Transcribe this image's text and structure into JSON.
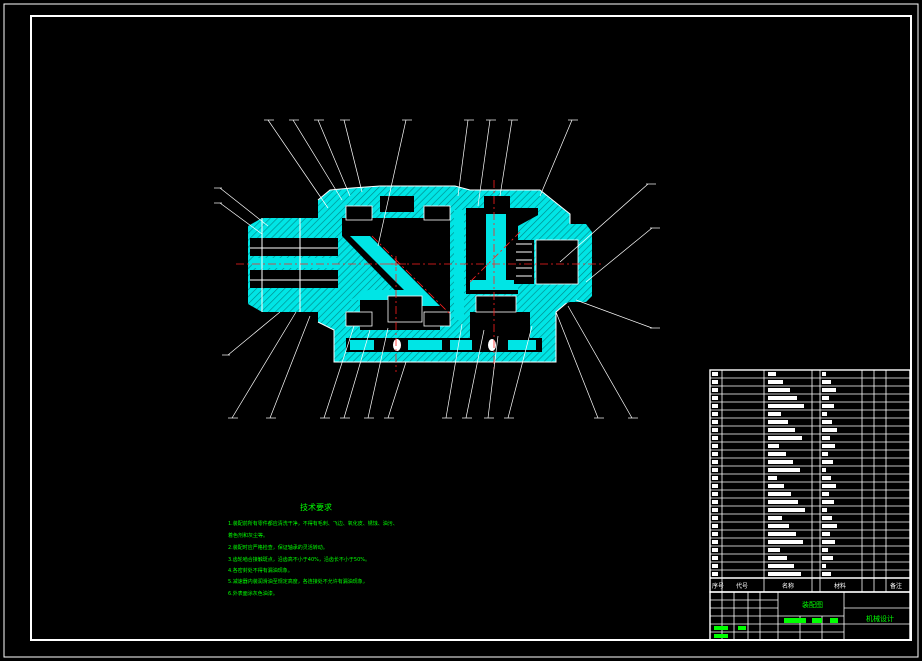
{
  "drawing": {
    "technical_requirements_title": "技术要求",
    "technical_requirements": [
      "1.装配前所有零件都应清洗干净，不得有毛刺、飞边、氧化皮、锈蚀、油污、",
      "着色剂和灰尘等。",
      "2.装配时应严格检查，保证轴承的灵活转动。",
      "3.齿轮啮合接触斑点，沿齿高不小于40%，沿齿长不小于50%。",
      "4.各密封处不得有漏油现象。",
      "5.减速器内装润滑油至规定高度，各连接处不允许有漏油现象，",
      "6.外表面涂灰色油漆。"
    ],
    "title_block": {
      "drawing_title": "装配图",
      "company_box": "机械设计"
    },
    "bom_header": {
      "seq": "序号",
      "code": "代号",
      "name": "名称",
      "material": "材料",
      "remark": "备注"
    },
    "colors": {
      "background": "#000000",
      "frame": "#ffffff",
      "part_fill": "#00e5e5",
      "centerline": "#ff2020",
      "annotation": "#00ff00"
    }
  }
}
